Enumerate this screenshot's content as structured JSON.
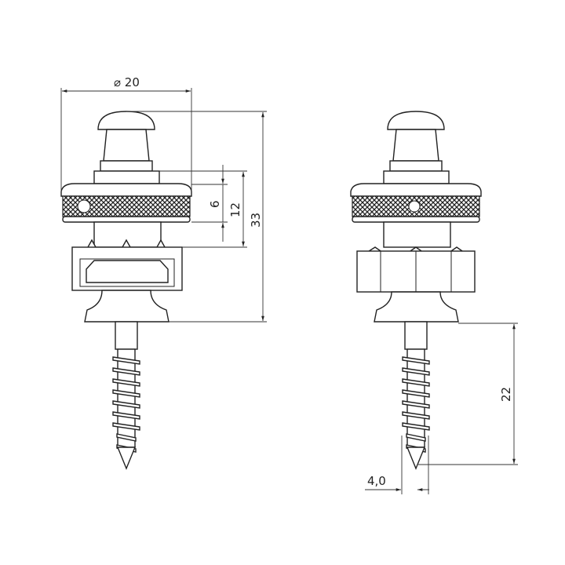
{
  "drawing": {
    "views": [
      "front-view",
      "side-view"
    ],
    "dimensions": {
      "diameter": "⌀ 20",
      "knurl_height": "6",
      "collar_height": "12",
      "overall_height": "33",
      "screw_length": "22",
      "screw_diameter": "4,0"
    },
    "line_color": "#222222",
    "background": "#ffffff"
  }
}
